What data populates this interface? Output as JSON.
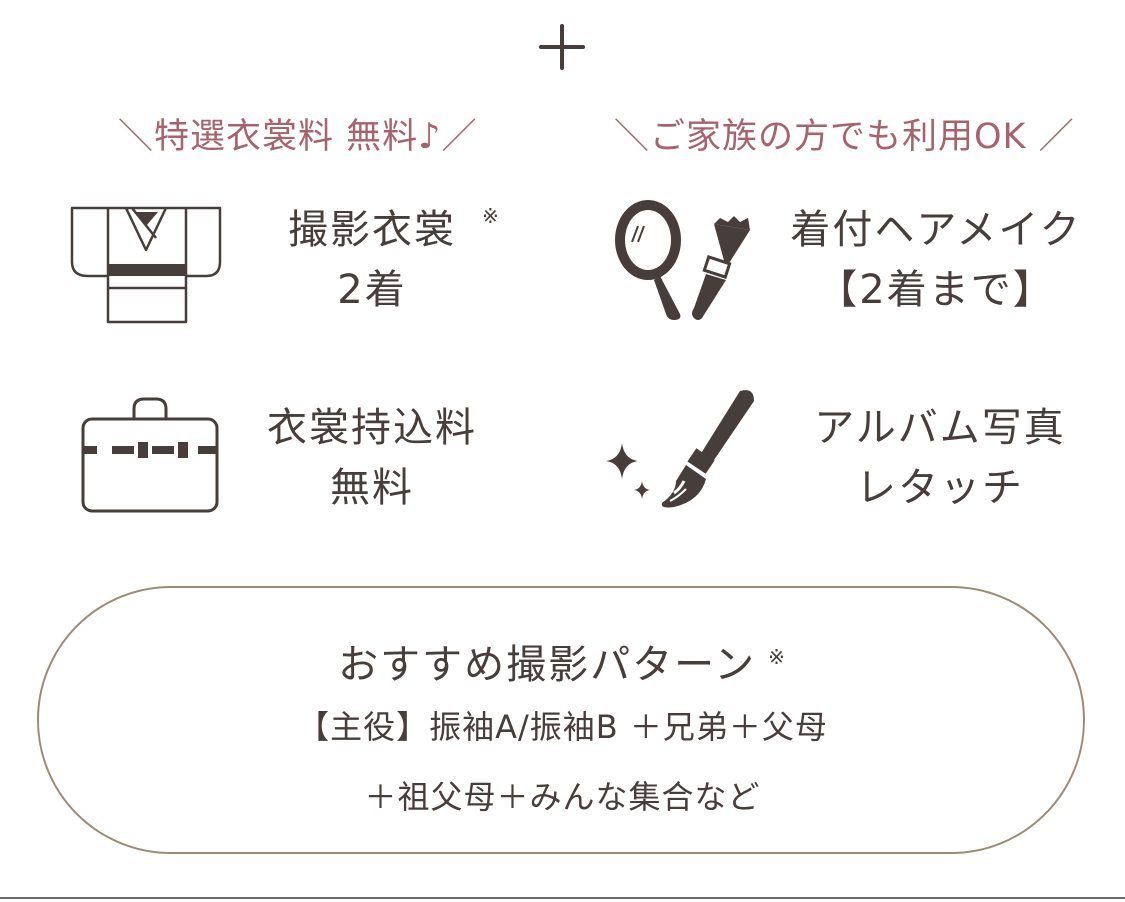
{
  "colors": {
    "text": "#473d3a",
    "accent": "#a6636b",
    "border": "#9c8c74"
  },
  "headlines": {
    "left": "＼特選衣裳料 無料♪／",
    "right": "＼ご家族の方でも利用OK ／"
  },
  "features": [
    {
      "icon": "kimono-icon",
      "lines": [
        "撮影衣裳",
        "2着"
      ],
      "note": "※"
    },
    {
      "icon": "mirror-brush-icon",
      "lines": [
        "着付ヘアメイク",
        "【2着まで】"
      ]
    },
    {
      "icon": "bag-icon",
      "lines": [
        "衣裳持込料",
        "無料"
      ]
    },
    {
      "icon": "paintbrush-sparkle-icon",
      "lines": [
        "アルバム写真",
        "レタッチ"
      ]
    }
  ],
  "pattern": {
    "title": "おすすめ撮影パターン",
    "note": "※",
    "line1": "【主役】振袖A/振袖B ＋兄弟＋父母",
    "line2": "＋祖父母＋みんな集合など"
  }
}
